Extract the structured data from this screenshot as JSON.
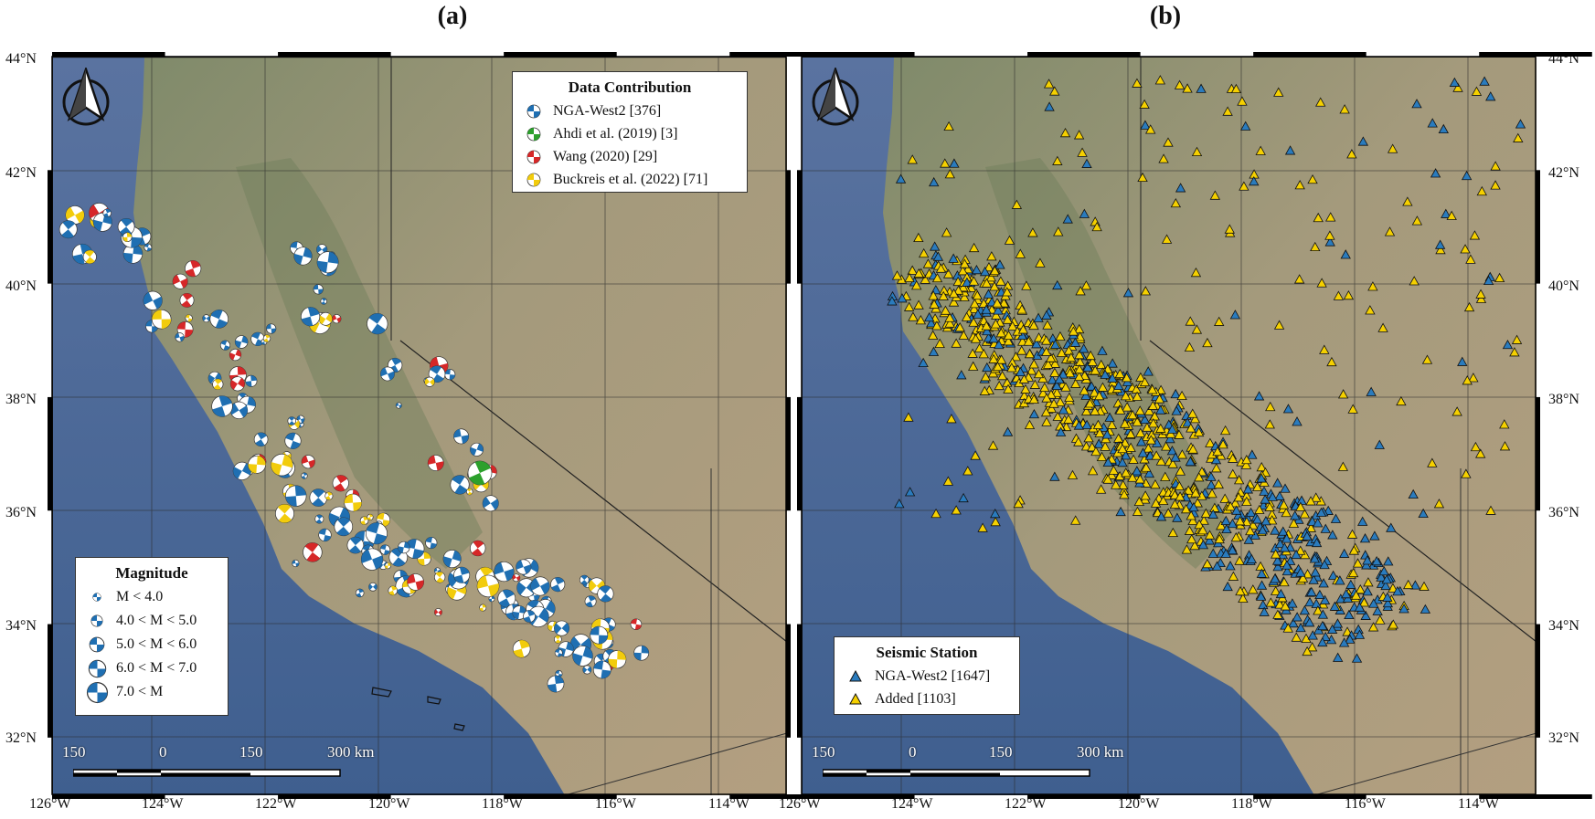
{
  "panels": {
    "a": {
      "title": "(a)"
    },
    "b": {
      "title": "(b)"
    }
  },
  "axes": {
    "lon_labels": [
      "126°W",
      "124°W",
      "122°W",
      "120°W",
      "118°W",
      "116°W",
      "114°W"
    ],
    "lat_labels": [
      "44°N",
      "42°N",
      "40°N",
      "38°N",
      "36°N",
      "34°N",
      "32°N"
    ],
    "right_edge_lon_label": "126°W"
  },
  "legend_contribution": {
    "title": "Data Contribution",
    "items": [
      {
        "label": "NGA-West2 [376]",
        "color": "#1f6fb2"
      },
      {
        "label": "Ahdi et al. (2019) [3]",
        "color": "#2ca02c"
      },
      {
        "label": "Wang (2020) [29]",
        "color": "#d62728"
      },
      {
        "label": "Buckreis et al. (2022) [71]",
        "color": "#f2cc0c"
      }
    ]
  },
  "legend_magnitude": {
    "title": "Magnitude",
    "items": [
      {
        "label": "M < 4.0"
      },
      {
        "label": "4.0 < M < 5.0"
      },
      {
        "label": "5.0 < M < 6.0"
      },
      {
        "label": "6.0 < M < 7.0"
      },
      {
        "label": "7.0 < M"
      }
    ]
  },
  "legend_station": {
    "title": "Seismic Station",
    "items": [
      {
        "label": "NGA-West2 [1647]",
        "color": "#2a7bbd"
      },
      {
        "label": "Added [1103]",
        "color": "#f5d000"
      }
    ]
  },
  "scalebar": {
    "labels": [
      "150",
      "0",
      "150",
      "300 km"
    ]
  },
  "icons": {
    "north_arrow": "north-arrow-icon",
    "focal_mechanism": "beachball-icon",
    "station": "triangle-icon"
  },
  "colors": {
    "ocean": "#4c6a96",
    "land": "#9a8f72",
    "grid": "#2b2b2b"
  }
}
